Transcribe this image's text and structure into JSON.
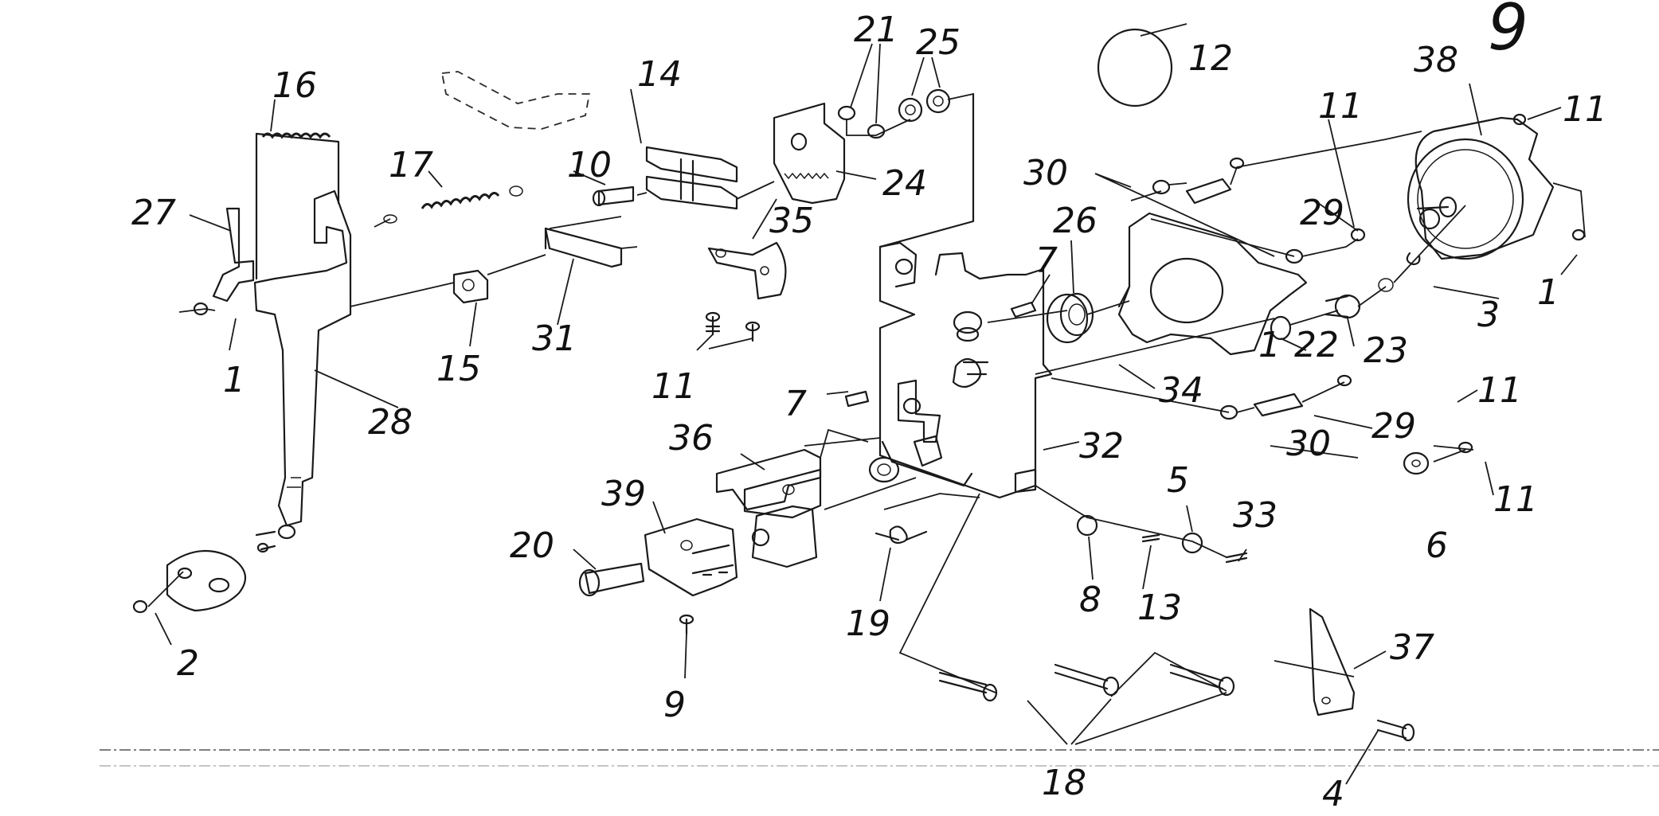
{
  "figure": {
    "corner_label": "9",
    "labels": {
      "p1a": "1",
      "p1b": "1",
      "p1c": "1",
      "p2": "2",
      "p3": "3",
      "p4": "4",
      "p5": "5",
      "p6": "6",
      "p7a": "7",
      "p7b": "7",
      "p8": "8",
      "p9": "9",
      "p10": "10",
      "p11a": "11",
      "p11b": "11",
      "p11c": "11",
      "p11d": "11",
      "p11e": "11",
      "p12": "12",
      "p13": "13",
      "p14": "14",
      "p15": "15",
      "p16": "16",
      "p17": "17",
      "p18": "18",
      "p19": "19",
      "p20": "20",
      "p21": "21",
      "p22": "22",
      "p23": "23",
      "p24": "24",
      "p25": "25",
      "p26": "26",
      "p27": "27",
      "p28": "28",
      "p29a": "29",
      "p29b": "29",
      "p30a": "30",
      "p30b": "30",
      "p31": "31",
      "p32": "32",
      "p33": "33",
      "p34": "34",
      "p35": "35",
      "p36": "36",
      "p37": "37",
      "p38": "38",
      "p39": "39"
    }
  }
}
